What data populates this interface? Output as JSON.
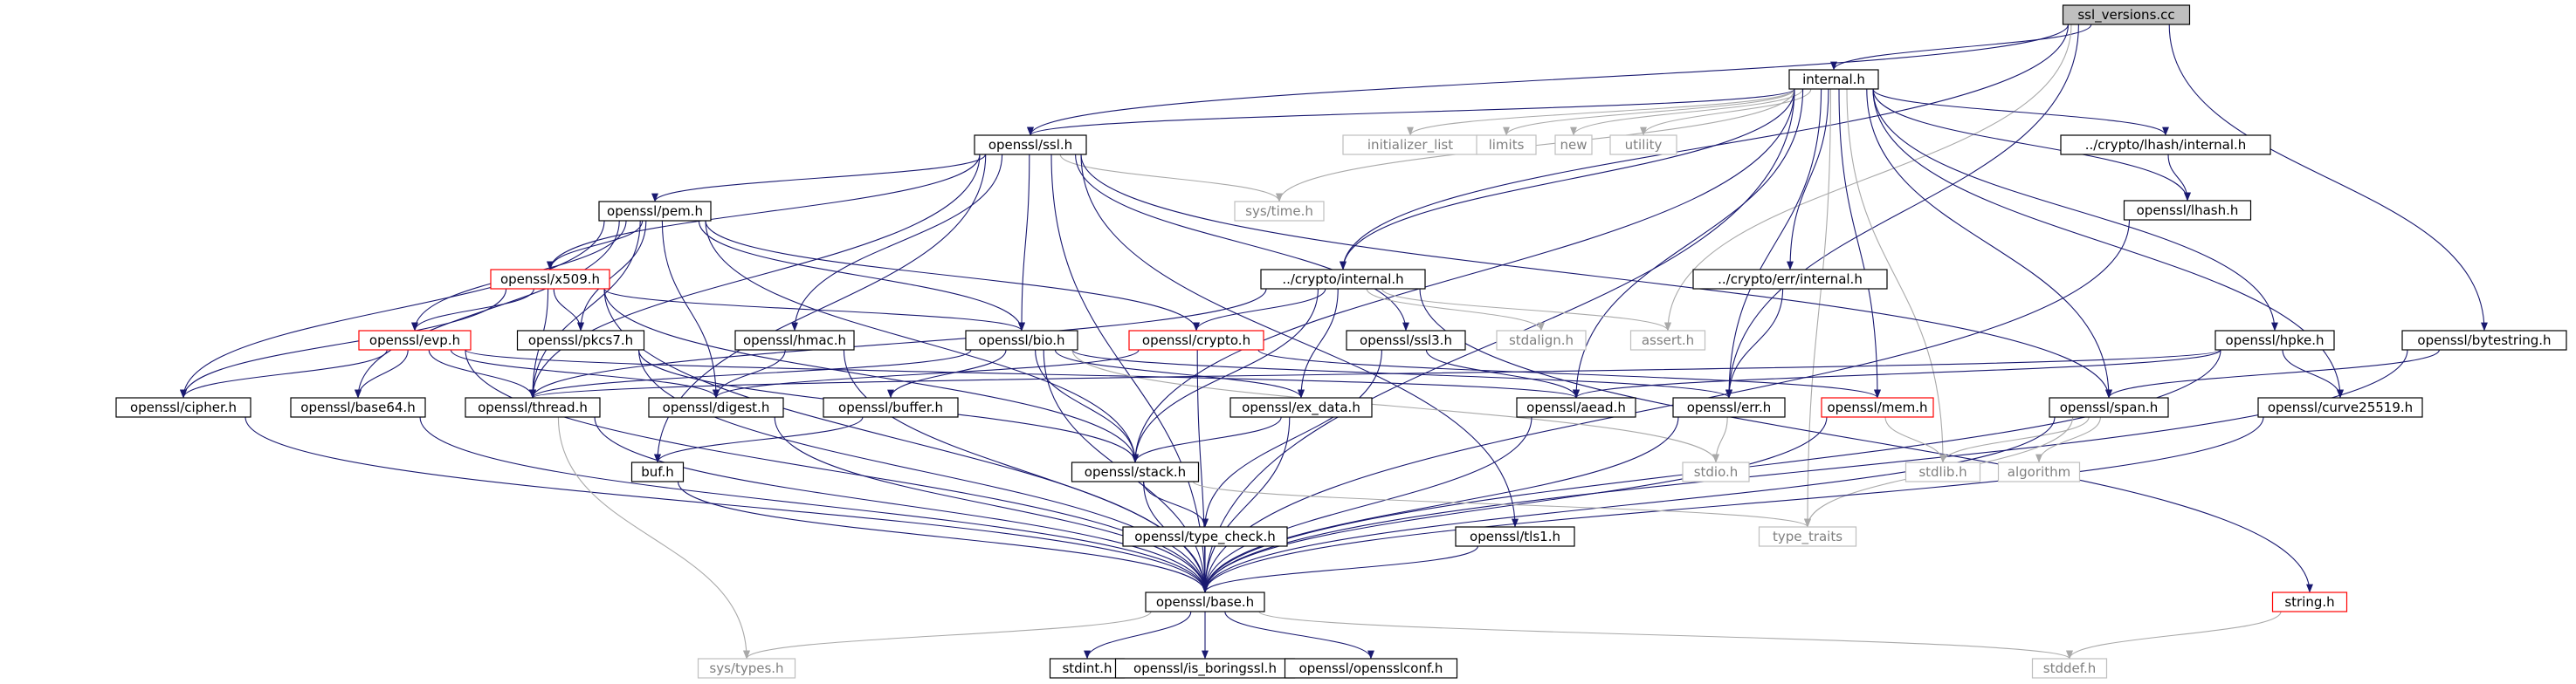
{
  "graph": {
    "title": "ssl_versions.cc",
    "colors": {
      "edge": "#191970",
      "edge_system": "#a9a9a9",
      "root_fill": "#bfbfbf",
      "node_border": "#000000",
      "truncated_border": "#ff0000",
      "system_border": "#bfbfbf",
      "system_text": "#7f7f7f"
    },
    "nodes": [
      {
        "id": "root",
        "label": "ssl_versions.cc",
        "kind": "root"
      },
      {
        "id": "internal_h",
        "label": "internal.h",
        "kind": "normal"
      },
      {
        "id": "ssl_h",
        "label": "openssl/ssl.h",
        "kind": "normal"
      },
      {
        "id": "initializer_list",
        "label": "initializer_list",
        "kind": "system"
      },
      {
        "id": "limits",
        "label": "limits",
        "kind": "system"
      },
      {
        "id": "new",
        "label": "new",
        "kind": "system"
      },
      {
        "id": "utility",
        "label": "utility",
        "kind": "system"
      },
      {
        "id": "lhash_internal",
        "label": "../crypto/lhash/internal.h",
        "kind": "normal"
      },
      {
        "id": "lhash_h",
        "label": "openssl/lhash.h",
        "kind": "normal"
      },
      {
        "id": "pem_h",
        "label": "openssl/pem.h",
        "kind": "normal"
      },
      {
        "id": "sys_time",
        "label": "sys/time.h",
        "kind": "system"
      },
      {
        "id": "x509_h",
        "label": "openssl/x509.h",
        "kind": "truncated"
      },
      {
        "id": "crypto_internal",
        "label": "../crypto/internal.h",
        "kind": "normal"
      },
      {
        "id": "err_internal",
        "label": "../crypto/err/internal.h",
        "kind": "normal"
      },
      {
        "id": "evp_h",
        "label": "openssl/evp.h",
        "kind": "truncated"
      },
      {
        "id": "pkcs7_h",
        "label": "openssl/pkcs7.h",
        "kind": "normal"
      },
      {
        "id": "hmac_h",
        "label": "openssl/hmac.h",
        "kind": "normal"
      },
      {
        "id": "bio_h",
        "label": "openssl/bio.h",
        "kind": "normal"
      },
      {
        "id": "crypto_h",
        "label": "openssl/crypto.h",
        "kind": "truncated"
      },
      {
        "id": "ssl3_h",
        "label": "openssl/ssl3.h",
        "kind": "normal"
      },
      {
        "id": "stdalign",
        "label": "stdalign.h",
        "kind": "system"
      },
      {
        "id": "assert_h",
        "label": "assert.h",
        "kind": "system"
      },
      {
        "id": "hpke_h",
        "label": "openssl/hpke.h",
        "kind": "normal"
      },
      {
        "id": "bytestring_h",
        "label": "openssl/bytestring.h",
        "kind": "normal"
      },
      {
        "id": "cipher_h",
        "label": "openssl/cipher.h",
        "kind": "normal"
      },
      {
        "id": "base64_h",
        "label": "openssl/base64.h",
        "kind": "normal"
      },
      {
        "id": "thread_h",
        "label": "openssl/thread.h",
        "kind": "normal"
      },
      {
        "id": "digest_h",
        "label": "openssl/digest.h",
        "kind": "normal"
      },
      {
        "id": "buffer_h",
        "label": "openssl/buffer.h",
        "kind": "normal"
      },
      {
        "id": "ex_data_h",
        "label": "openssl/ex_data.h",
        "kind": "normal"
      },
      {
        "id": "aead_h",
        "label": "openssl/aead.h",
        "kind": "normal"
      },
      {
        "id": "err_h",
        "label": "openssl/err.h",
        "kind": "normal"
      },
      {
        "id": "mem_h",
        "label": "openssl/mem.h",
        "kind": "truncated"
      },
      {
        "id": "span_h",
        "label": "openssl/span.h",
        "kind": "normal"
      },
      {
        "id": "curve_h",
        "label": "openssl/curve25519.h",
        "kind": "normal"
      },
      {
        "id": "buf_h",
        "label": "buf.h",
        "kind": "normal"
      },
      {
        "id": "stack_h",
        "label": "openssl/stack.h",
        "kind": "normal"
      },
      {
        "id": "stdio_h",
        "label": "stdio.h",
        "kind": "system"
      },
      {
        "id": "stdlib_h",
        "label": "stdlib.h",
        "kind": "system"
      },
      {
        "id": "algorithm",
        "label": "algorithm",
        "kind": "system"
      },
      {
        "id": "type_check",
        "label": "openssl/type_check.h",
        "kind": "normal"
      },
      {
        "id": "tls1_h",
        "label": "openssl/tls1.h",
        "kind": "normal"
      },
      {
        "id": "type_traits",
        "label": "type_traits",
        "kind": "system"
      },
      {
        "id": "string_h",
        "label": "string.h",
        "kind": "truncated"
      },
      {
        "id": "base_h",
        "label": "openssl/base.h",
        "kind": "normal"
      },
      {
        "id": "sys_types",
        "label": "sys/types.h",
        "kind": "system"
      },
      {
        "id": "stdint_h",
        "label": "stdint.h",
        "kind": "normal"
      },
      {
        "id": "is_boringssl",
        "label": "openssl/is_boringssl.h",
        "kind": "normal"
      },
      {
        "id": "opensslconf",
        "label": "openssl/opensslconf.h",
        "kind": "normal"
      },
      {
        "id": "stddef_h",
        "label": "stddef.h",
        "kind": "system"
      }
    ],
    "edges": [
      [
        "root",
        "internal_h"
      ],
      [
        "root",
        "ssl_h"
      ],
      [
        "root",
        "crypto_internal"
      ],
      [
        "root",
        "assert_h"
      ],
      [
        "root",
        "err_h"
      ],
      [
        "root",
        "bytestring_h"
      ],
      [
        "internal_h",
        "ssl_h"
      ],
      [
        "internal_h",
        "initializer_list"
      ],
      [
        "internal_h",
        "limits"
      ],
      [
        "internal_h",
        "new"
      ],
      [
        "internal_h",
        "utility"
      ],
      [
        "internal_h",
        "lhash_internal"
      ],
      [
        "internal_h",
        "lhash_h"
      ],
      [
        "internal_h",
        "sys_time"
      ],
      [
        "internal_h",
        "crypto_internal"
      ],
      [
        "internal_h",
        "err_internal"
      ],
      [
        "internal_h",
        "aead_h"
      ],
      [
        "internal_h",
        "err_h"
      ],
      [
        "internal_h",
        "mem_h"
      ],
      [
        "internal_h",
        "span_h"
      ],
      [
        "internal_h",
        "hpke_h"
      ],
      [
        "internal_h",
        "curve_h"
      ],
      [
        "internal_h",
        "stack_h"
      ],
      [
        "internal_h",
        "stdlib_h"
      ],
      [
        "internal_h",
        "type_traits"
      ],
      [
        "internal_h",
        "base_h"
      ],
      [
        "lhash_internal",
        "lhash_h"
      ],
      [
        "lhash_h",
        "base_h"
      ],
      [
        "ssl_h",
        "pem_h"
      ],
      [
        "ssl_h",
        "sys_time"
      ],
      [
        "ssl_h",
        "x509_h"
      ],
      [
        "ssl_h",
        "hmac_h"
      ],
      [
        "ssl_h",
        "bio_h"
      ],
      [
        "ssl_h",
        "ssl3_h"
      ],
      [
        "ssl_h",
        "tls1_h"
      ],
      [
        "ssl_h",
        "span_h"
      ],
      [
        "ssl_h",
        "thread_h"
      ],
      [
        "ssl_h",
        "buf_h"
      ],
      [
        "ssl_h",
        "base_h"
      ],
      [
        "pem_h",
        "x509_h"
      ],
      [
        "pem_h",
        "evp_h"
      ],
      [
        "pem_h",
        "pkcs7_h"
      ],
      [
        "pem_h",
        "bio_h"
      ],
      [
        "pem_h",
        "crypto_h"
      ],
      [
        "pem_h",
        "cipher_h"
      ],
      [
        "pem_h",
        "base64_h"
      ],
      [
        "pem_h",
        "digest_h"
      ],
      [
        "pem_h",
        "stack_h"
      ],
      [
        "pem_h",
        "thread_h"
      ],
      [
        "x509_h",
        "evp_h"
      ],
      [
        "x509_h",
        "pkcs7_h"
      ],
      [
        "x509_h",
        "bio_h"
      ],
      [
        "x509_h",
        "cipher_h"
      ],
      [
        "x509_h",
        "thread_h"
      ],
      [
        "x509_h",
        "stack_h"
      ],
      [
        "x509_h",
        "base_h"
      ],
      [
        "evp_h",
        "cipher_h"
      ],
      [
        "evp_h",
        "base64_h"
      ],
      [
        "evp_h",
        "thread_h"
      ],
      [
        "evp_h",
        "digest_h"
      ],
      [
        "evp_h",
        "aead_h"
      ],
      [
        "evp_h",
        "base_h"
      ],
      [
        "pkcs7_h",
        "stack_h"
      ],
      [
        "pkcs7_h",
        "base_h"
      ],
      [
        "hmac_h",
        "digest_h"
      ],
      [
        "hmac_h",
        "base_h"
      ],
      [
        "bio_h",
        "buffer_h"
      ],
      [
        "bio_h",
        "ex_data_h"
      ],
      [
        "bio_h",
        "err_h"
      ],
      [
        "bio_h",
        "thread_h"
      ],
      [
        "bio_h",
        "stack_h"
      ],
      [
        "bio_h",
        "stdio_h"
      ],
      [
        "bio_h",
        "base_h"
      ],
      [
        "crypto_h",
        "mem_h"
      ],
      [
        "crypto_h",
        "digest_h"
      ],
      [
        "crypto_h",
        "base_h"
      ],
      [
        "crypto_internal",
        "crypto_h"
      ],
      [
        "crypto_internal",
        "ex_data_h"
      ],
      [
        "crypto_internal",
        "thread_h"
      ],
      [
        "crypto_internal",
        "stack_h"
      ],
      [
        "crypto_internal",
        "stdalign"
      ],
      [
        "crypto_internal",
        "assert_h"
      ],
      [
        "crypto_internal",
        "string_h"
      ],
      [
        "err_internal",
        "err_h"
      ],
      [
        "ssl3_h",
        "aead_h"
      ],
      [
        "ssl3_h",
        "type_check"
      ],
      [
        "hpke_h",
        "aead_h"
      ],
      [
        "hpke_h",
        "curve_h"
      ],
      [
        "hpke_h",
        "thread_h"
      ],
      [
        "hpke_h",
        "base_h"
      ],
      [
        "bytestring_h",
        "span_h"
      ],
      [
        "bytestring_h",
        "base_h"
      ],
      [
        "cipher_h",
        "base_h"
      ],
      [
        "base64_h",
        "base_h"
      ],
      [
        "thread_h",
        "sys_types"
      ],
      [
        "thread_h",
        "base_h"
      ],
      [
        "digest_h",
        "base_h"
      ],
      [
        "buffer_h",
        "buf_h"
      ],
      [
        "ex_data_h",
        "stack_h"
      ],
      [
        "ex_data_h",
        "base_h"
      ],
      [
        "aead_h",
        "base_h"
      ],
      [
        "err_h",
        "stdio_h"
      ],
      [
        "err_h",
        "base_h"
      ],
      [
        "mem_h",
        "stdlib_h"
      ],
      [
        "mem_h",
        "base_h"
      ],
      [
        "span_h",
        "algorithm"
      ],
      [
        "span_h",
        "stdlib_h"
      ],
      [
        "span_h",
        "type_traits"
      ],
      [
        "span_h",
        "base_h"
      ],
      [
        "curve_h",
        "base_h"
      ],
      [
        "buf_h",
        "base_h"
      ],
      [
        "stack_h",
        "type_check"
      ],
      [
        "stack_h",
        "type_traits"
      ],
      [
        "stack_h",
        "base_h"
      ],
      [
        "type_check",
        "base_h"
      ],
      [
        "tls1_h",
        "base_h"
      ],
      [
        "string_h",
        "stddef_h"
      ],
      [
        "base_h",
        "sys_types"
      ],
      [
        "base_h",
        "stdint_h"
      ],
      [
        "base_h",
        "is_boringssl"
      ],
      [
        "base_h",
        "opensslconf"
      ],
      [
        "base_h",
        "stddef_h"
      ]
    ]
  }
}
